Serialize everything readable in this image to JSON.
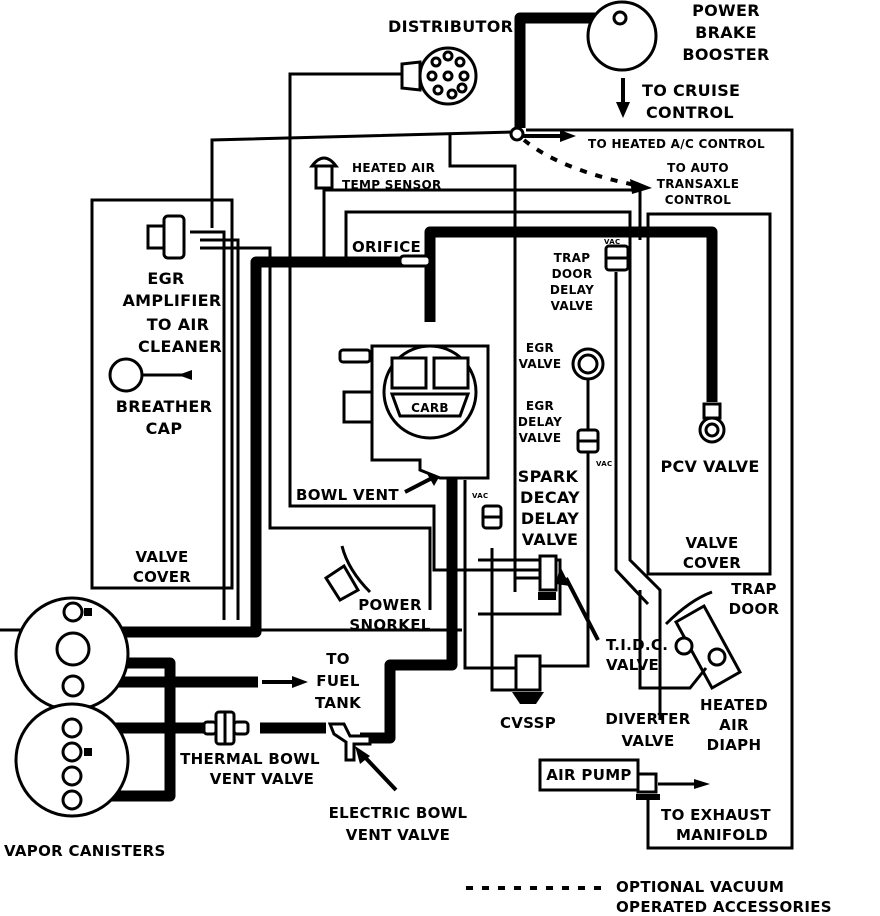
{
  "title": "Vacuum Hose Routing Diagram",
  "colors": {
    "line": "#000000",
    "background": "#ffffff"
  },
  "labels": {
    "distributor": "DISTRIBUTOR",
    "power_brake_booster": [
      "POWER",
      "BRAKE",
      "BOOSTER"
    ],
    "to_cruise_control": [
      "TO CRUISE",
      "CONTROL"
    ],
    "to_heated_ac_control": "TO HEATED A/C CONTROL",
    "to_auto_transaxle_control": [
      "TO AUTO",
      "TRANSAXLE",
      "CONTROL"
    ],
    "heated_air_temp_sensor": [
      "HEATED AIR",
      "TEMP SENSOR"
    ],
    "orifice": "ORIFICE",
    "egr_amplifier": [
      "EGR",
      "AMPLIFIER"
    ],
    "to_air_cleaner": [
      "TO AIR",
      "CLEANER"
    ],
    "breather_cap": [
      "BREATHER",
      "CAP"
    ],
    "carb": "CARB",
    "trap_door_delay_valve": [
      "TRAP",
      "DOOR",
      "DELAY",
      "VALVE"
    ],
    "egr_valve": [
      "EGR",
      "VALVE"
    ],
    "egr_delay_valve": [
      "EGR",
      "DELAY",
      "VALVE"
    ],
    "pcv_valve": "PCV VALVE",
    "spark_decay_delay_valve": [
      "SPARK",
      "DECAY",
      "DELAY",
      "VALVE"
    ],
    "bowl_vent": "BOWL VENT",
    "valve_cover_left": [
      "VALVE",
      "COVER"
    ],
    "valve_cover_right": [
      "VALVE",
      "COVER"
    ],
    "trap_door": [
      "TRAP",
      "DOOR"
    ],
    "power_snorkel": [
      "POWER",
      "SNORKEL"
    ],
    "tidc_valve": [
      "T.I.D.C.",
      "VALVE"
    ],
    "to_fuel_tank": [
      "TO",
      "FUEL",
      "TANK"
    ],
    "cvssp": "CVSSP",
    "diverter_valve": [
      "DIVERTER",
      "VALVE"
    ],
    "heated_air_diaph": [
      "HEATED",
      "AIR",
      "DIAPH"
    ],
    "thermal_bowl_vent_valve": [
      "THERMAL BOWL",
      "VENT VALVE"
    ],
    "electric_bowl_vent_valve": [
      "ELECTRIC BOWL",
      "VENT VALVE"
    ],
    "air_pump": "AIR PUMP",
    "to_exhaust_manifold": [
      "TO EXHAUST",
      "MANIFOLD"
    ],
    "vapor_canisters": "VAPOR CANISTERS",
    "vac": "VAC"
  },
  "legend": {
    "dashed_line": [
      "OPTIONAL VACUUM",
      "OPERATED ACCESSORIES"
    ]
  }
}
